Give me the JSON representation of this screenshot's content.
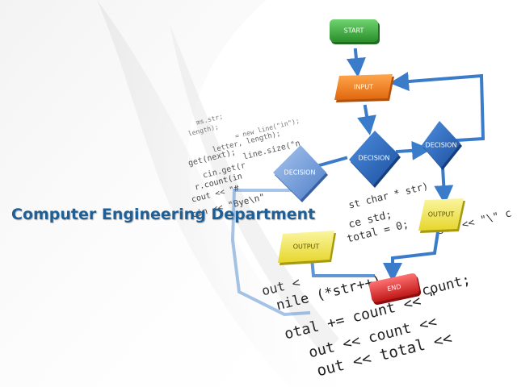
{
  "slide": {
    "title": "Computer Engineering Department"
  },
  "flowchart": {
    "start": "START",
    "input": "INPUT",
    "decision_1": "DECISION",
    "decision_2": "DECISION",
    "decision_3": "DECISION",
    "output_1": "OUTPUT",
    "output_2": "OUTPUT",
    "end": "END"
  },
  "code_background": {
    "lines": [
      "ms.str;",
      "length);",
      "= new line(\"in\");",
      "letter, length);",
      "get(next);",
      "line.size(\"n",
      "cin.get(r",
      "r.count(in",
      "cout << \"#",
      "cin << \"Bye\\n\"",
      "st char * str)",
      "ce std;",
      "total = 0;",
      "str << \"\\\" c",
      "out <",
      "nile (*str++)",
      "count;",
      "otal += count << \"",
      "out << count <<",
      "out << total <<"
    ]
  },
  "colors": {
    "title": "#1e5f95",
    "start": "#3aa63a",
    "input": "#f07a14",
    "decision": "#2d6fc0",
    "decision_light": "#5b8fd6",
    "output": "#f3e84a",
    "end": "#d62a2a",
    "arrow": "#3a7cc9"
  }
}
